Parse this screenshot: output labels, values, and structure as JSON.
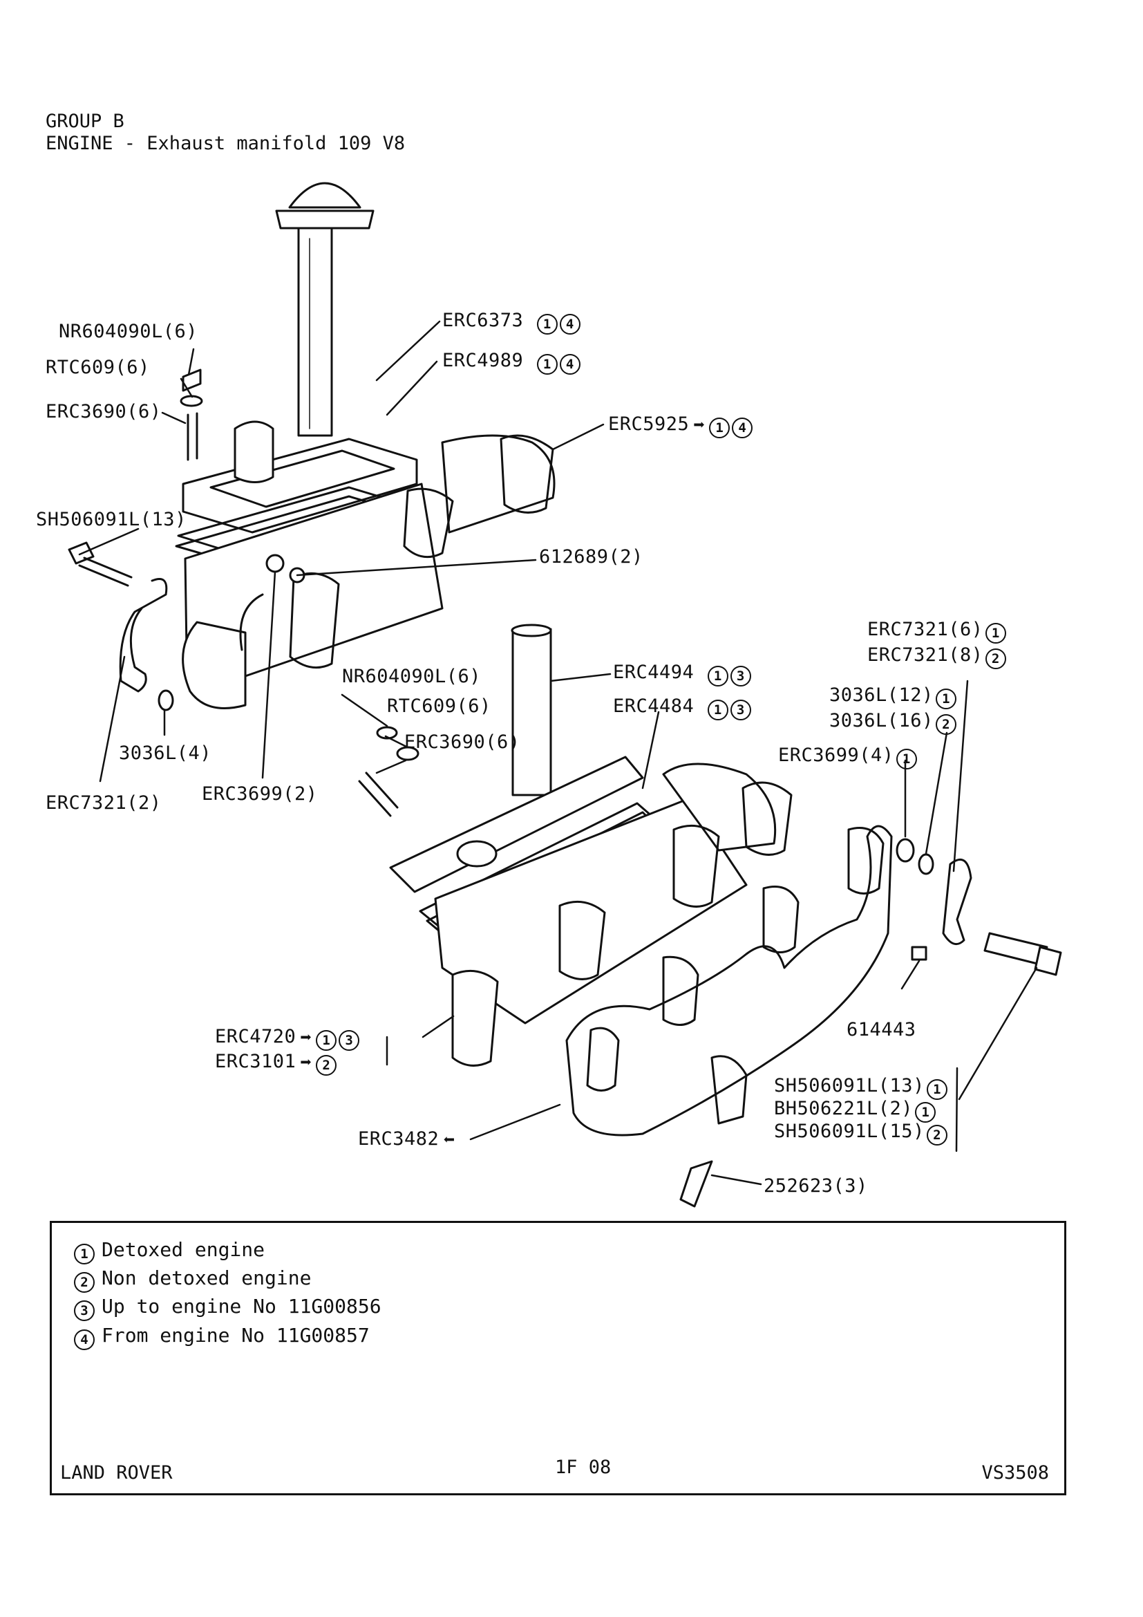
{
  "header": {
    "group": "GROUP B",
    "title": "ENGINE - Exhaust manifold 109 V8"
  },
  "callouts": [
    {
      "code": "NR604090L(6)",
      "tags": []
    },
    {
      "code": "RTC609(6)",
      "tags": []
    },
    {
      "code": "ERC3690(6)",
      "tags": []
    },
    {
      "code": "SH506091L(13)",
      "tags": []
    },
    {
      "code": "ERC6373",
      "tags": [
        "1",
        "4"
      ]
    },
    {
      "code": "ERC4989",
      "tags": [
        "1",
        "4"
      ]
    },
    {
      "code": "ERC5925",
      "arrow": "➡",
      "tags": [
        "1",
        "4"
      ]
    },
    {
      "code": "612689(2)",
      "tags": []
    },
    {
      "code": "3036L(4)",
      "tags": []
    },
    {
      "code": "ERC7321(2)",
      "tags": []
    },
    {
      "code": "ERC3699(2)",
      "tags": []
    },
    {
      "code": "NR604090L(6)",
      "tags": []
    },
    {
      "code": "RTC609(6)",
      "tags": []
    },
    {
      "code": "ERC3690(6)",
      "tags": []
    },
    {
      "code": "ERC4494",
      "tags": [
        "1",
        "3"
      ]
    },
    {
      "code": "ERC4484",
      "tags": [
        "1",
        "3"
      ]
    },
    {
      "code": "ERC7321(6)",
      "tags": [
        "1"
      ]
    },
    {
      "code": "ERC7321(8)",
      "tags": [
        "2"
      ]
    },
    {
      "code": "3036L(12)",
      "tags": [
        "1"
      ]
    },
    {
      "code": "3036L(16)",
      "tags": [
        "2"
      ]
    },
    {
      "code": "ERC3699(4)",
      "tags": [
        "1"
      ]
    },
    {
      "code": "614443",
      "tags": []
    },
    {
      "code": "ERC4720",
      "arrow": "➡",
      "tags": [
        "1",
        "3"
      ]
    },
    {
      "code": "ERC3101",
      "arrow": "➡",
      "tags": [
        "2"
      ]
    },
    {
      "code": "SH506091L(13)",
      "tags": [
        "1"
      ]
    },
    {
      "code": "BH506221L(2)",
      "tags": [
        "1"
      ]
    },
    {
      "code": "SH506091L(15)",
      "tags": [
        "2"
      ]
    },
    {
      "code": "ERC3482",
      "arrow": "⬅",
      "tags": []
    },
    {
      "code": "252623(3)",
      "tags": []
    }
  ],
  "legend": {
    "notes": [
      {
        "num": "1",
        "text": "Detoxed engine"
      },
      {
        "num": "2",
        "text": "Non detoxed engine"
      },
      {
        "num": "3",
        "text": "Up to engine No 11G00856"
      },
      {
        "num": "4",
        "text": "From engine No 11G00857"
      }
    ],
    "footer": {
      "left": "LAND ROVER",
      "center": "1F 08",
      "right": "VS3508"
    }
  }
}
